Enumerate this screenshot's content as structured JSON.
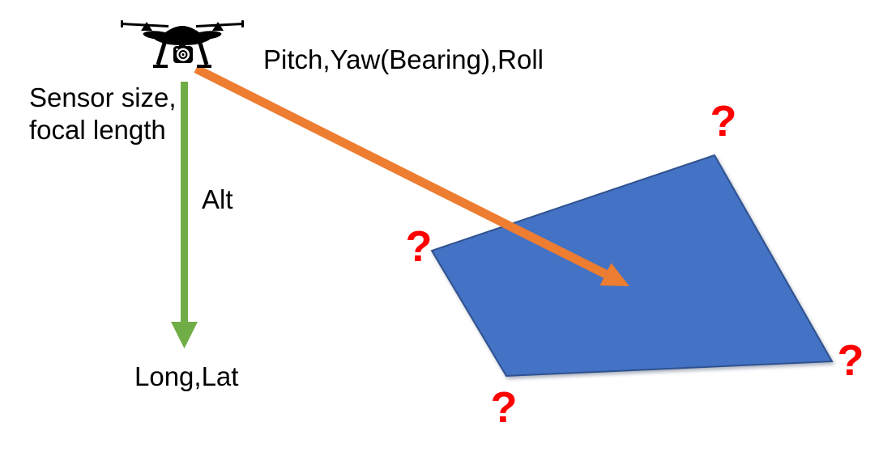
{
  "diagram": {
    "labels": {
      "orientation": "Pitch,Yaw(Bearing),Roll",
      "sensor_line1": "Sensor size,",
      "sensor_line2": "focal length",
      "altitude": "Alt",
      "position": "Long,Lat"
    },
    "markers": {
      "question_top": "?",
      "question_left": "?",
      "question_bottom": "?",
      "question_right": "?"
    },
    "colors": {
      "polygon_fill": "#4472C4",
      "polygon_stroke": "#2F528F",
      "orange_arrow": "#ED7D31",
      "green_arrow": "#70AD47",
      "question_mark": "#FF0000",
      "text_color": "#000000",
      "drone_color": "#000000",
      "background": "#FFFFFF"
    },
    "icons": {
      "drone": "drone-icon"
    }
  }
}
